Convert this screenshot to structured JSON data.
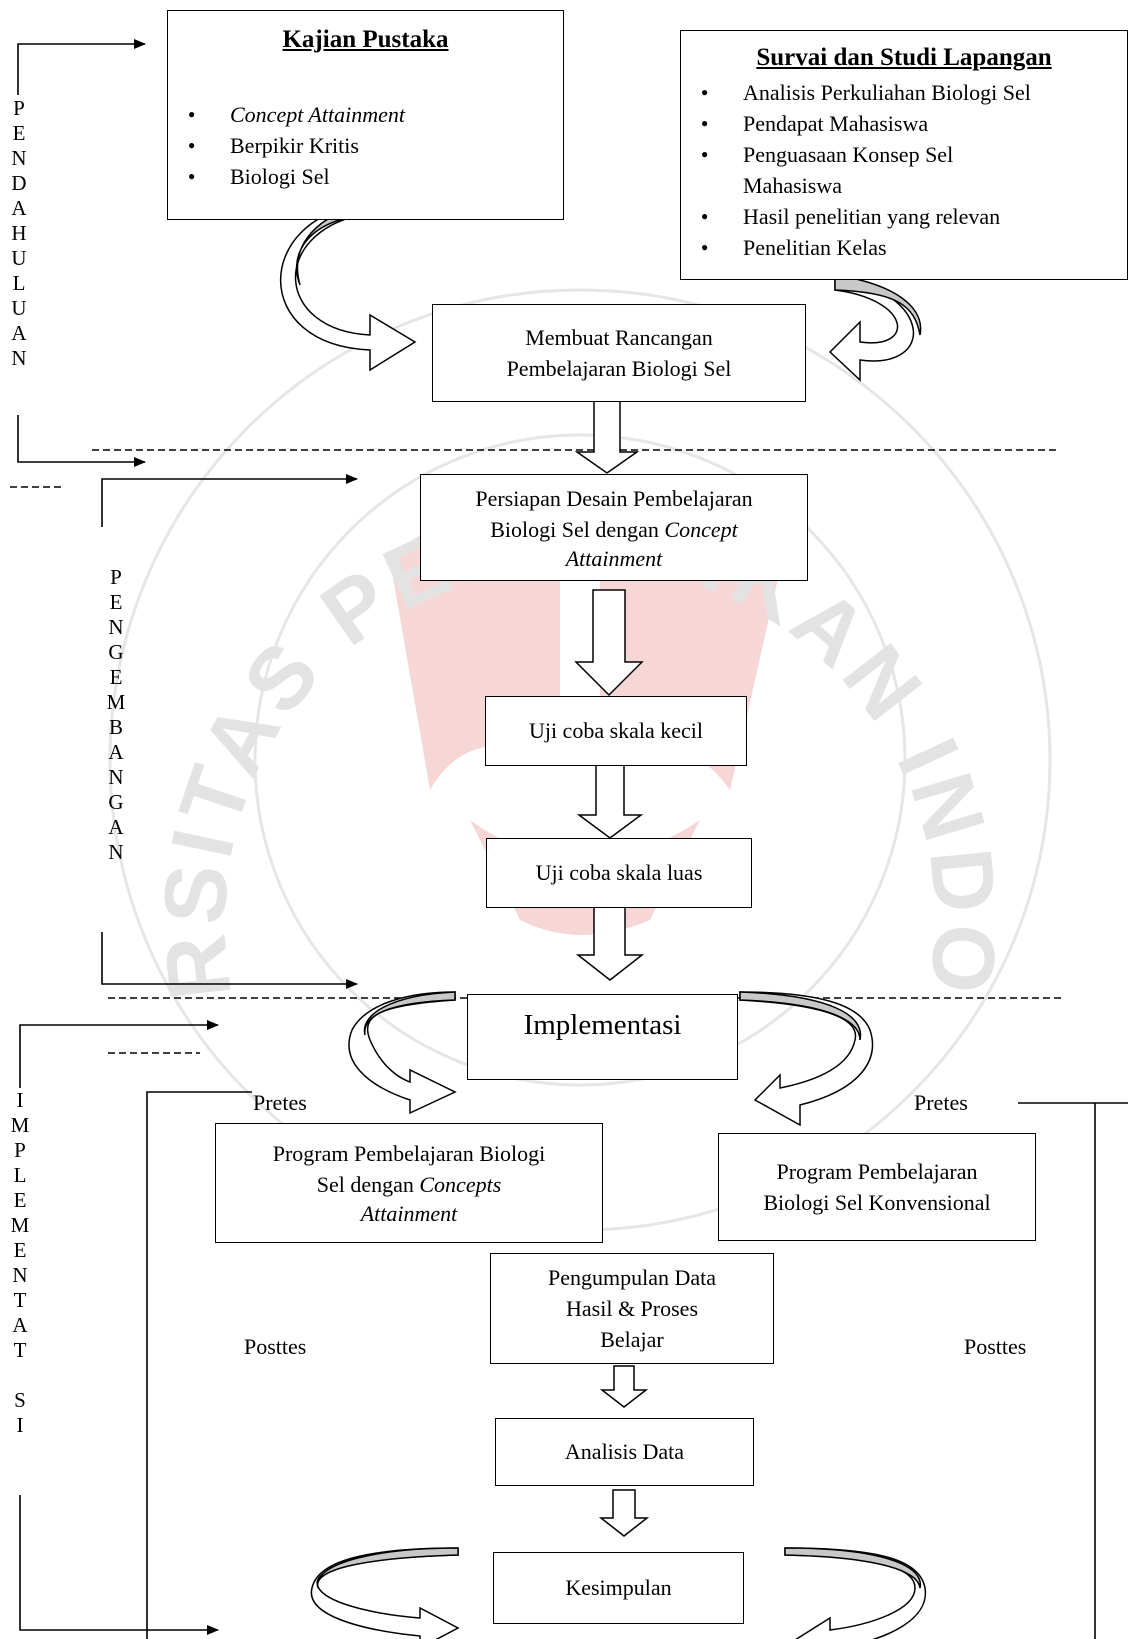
{
  "kajian_pustaka": {
    "title": "Kajian Pustaka",
    "items": [
      "Concept Attainment",
      "Berpikir Kritis",
      "Biologi Sel"
    ]
  },
  "survai": {
    "title": "Survai dan Studi Lapangan",
    "items": [
      "Analisis Perkuliahan Biologi Sel",
      "Pendapat Mahasiswa",
      "Penguasaan Konsep Sel Mahasiswa",
      "Hasil  penelitian yang relevan",
      "Penelitian Kelas"
    ]
  },
  "rancangan": "Membuat Rancangan Pembelajaran Biologi Sel",
  "persiapan": {
    "line1": "Persiapan Desain Pembelajaran",
    "line2a": "Biologi Sel dengan ",
    "line2b": "Concept",
    "line3": "Attainment"
  },
  "uji_kecil": "Uji coba skala kecil",
  "uji_luas": "Uji coba skala luas",
  "implementasi": "Implementasi",
  "pretes_left": "Pretes",
  "pretes_right": "Pretes",
  "program_ca": {
    "line1": "Program Pembelajaran Biologi",
    "line2a": "Sel dengan ",
    "line2b": "Concepts",
    "line3": "Attainment"
  },
  "program_konv": {
    "line1": "Program Pembelajaran",
    "line2": "Biologi Sel Konvensional"
  },
  "pengumpulan": {
    "line1": "Pengumpulan Data",
    "line2": "Hasil & Proses",
    "line3": "Belajar"
  },
  "posttes_left": "Posttes",
  "posttes_right": "Posttes",
  "analisis": "Analisis Data",
  "kesimpulan": "Kesimpulan",
  "stage_labels": {
    "pendahuluan": [
      "P",
      "E",
      "N",
      "D",
      "A",
      "H",
      "U",
      "L",
      "U",
      "A",
      "N"
    ],
    "pengembangan": [
      "P",
      "E",
      "N",
      "G",
      "E",
      "M",
      "B",
      "A",
      "N",
      "G",
      "A",
      "N"
    ],
    "implementasi": [
      "I",
      "M",
      "P",
      "L",
      "E",
      "M",
      "E",
      "N",
      "T",
      "A",
      "T",
      "",
      "S",
      "I"
    ]
  },
  "watermark": {
    "text": "UNIVERSITAS PENDIDIKAN INDONESIA",
    "color": "#d9d9d9",
    "accent": "#f6c9c9"
  }
}
